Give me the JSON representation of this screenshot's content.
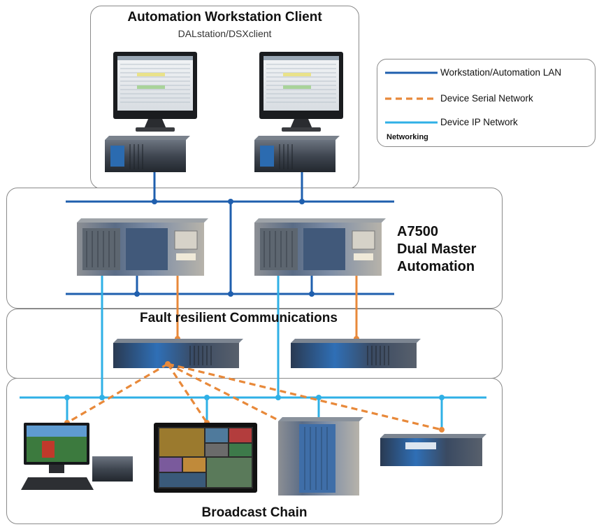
{
  "workstation": {
    "title": "Automation Workstation Client",
    "subtitle": "DALstation/DSXclient"
  },
  "master": {
    "title_line1": "A7500",
    "title_line2": "Dual Master",
    "title_line3": "Automation"
  },
  "comms": {
    "title": "Fault resilient Communications"
  },
  "broadcast": {
    "title": "Broadcast Chain"
  },
  "legend": {
    "items": [
      {
        "label": "Workstation/Automation LAN",
        "color": "#1f5fae",
        "style": "solid"
      },
      {
        "label": "Device Serial Network",
        "color": "#e8893a",
        "style": "dashed"
      },
      {
        "label": "Device IP Network",
        "color": "#2fb0e6",
        "style": "solid"
      }
    ],
    "caption": "Networking"
  },
  "colors": {
    "lan": "#1f5fae",
    "serial": "#e8893a",
    "ip": "#2fb0e6"
  }
}
